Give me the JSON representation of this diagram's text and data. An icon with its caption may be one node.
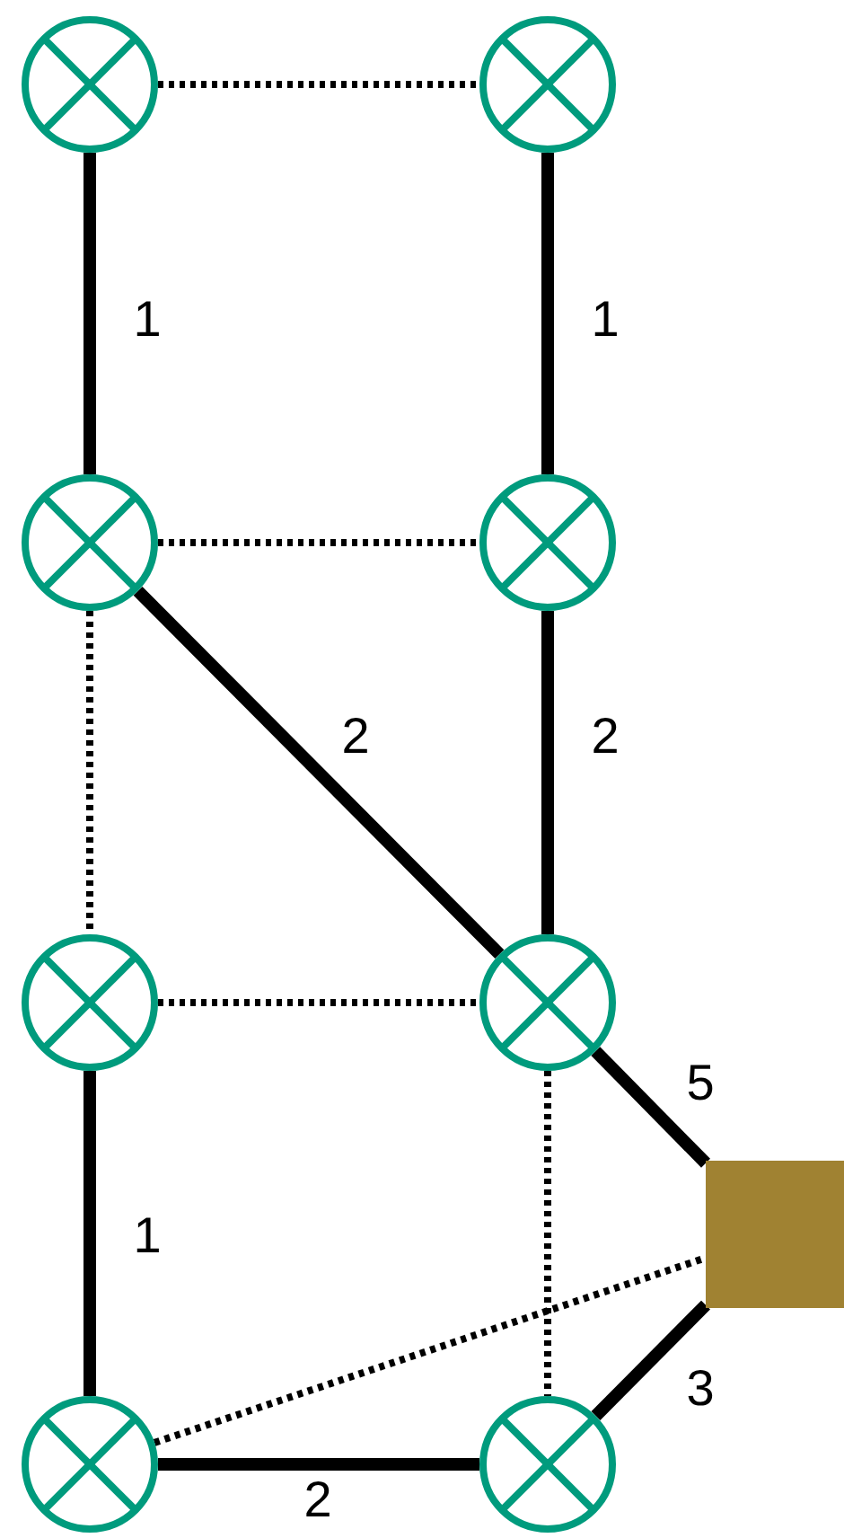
{
  "diagram": {
    "nodes": [
      {
        "text": [],
        "shape": "circle"
      },
      {
        "text": [],
        "shape": "circle"
      },
      {
        "text": [],
        "shape": "circle"
      },
      {
        "text": [],
        "shape": "circle"
      },
      {
        "text": [],
        "shape": "circle"
      },
      {
        "text": [],
        "shape": "circle"
      },
      {
        "text": [],
        "shape": "circle"
      },
      {
        "text": [],
        "shape": "circle"
      },
      {
        "text": [],
        "shape": "box"
      }
    ],
    "edges": [
      {
        "from": 0,
        "to": 1,
        "arrow": "none",
        "style": "dashed"
      },
      {
        "from": 0,
        "to": 2,
        "arrow": "none",
        "label": "1"
      },
      {
        "from": 1,
        "to": 3,
        "arrow": "none",
        "label": "1"
      },
      {
        "from": 2,
        "to": 3,
        "arrow": "none",
        "style": "dashed"
      },
      {
        "from": 2,
        "to": 5,
        "arrow": "none",
        "label": "2"
      },
      {
        "from": 3,
        "to": 5,
        "arrow": "none",
        "label": "2"
      },
      {
        "from": 2,
        "to": 4,
        "arrow": "none",
        "style": "dashed"
      },
      {
        "from": 4,
        "to": 5,
        "arrow": "none",
        "style": "dashed"
      },
      {
        "from": 5,
        "to": 8,
        "arrow": "none",
        "label": "5"
      },
      {
        "from": 4,
        "to": 6,
        "arrow": "none",
        "label": "1"
      },
      {
        "from": 5,
        "to": 7,
        "arrow": "none",
        "style": "dashed"
      },
      {
        "from": 6,
        "to": 8,
        "arrow": "none",
        "style": "dashed"
      },
      {
        "from": 6,
        "to": 7,
        "arrow": "none",
        "label": "2"
      },
      {
        "from": 7,
        "to": 8,
        "arrow": "none",
        "label": "3"
      }
    ]
  }
}
